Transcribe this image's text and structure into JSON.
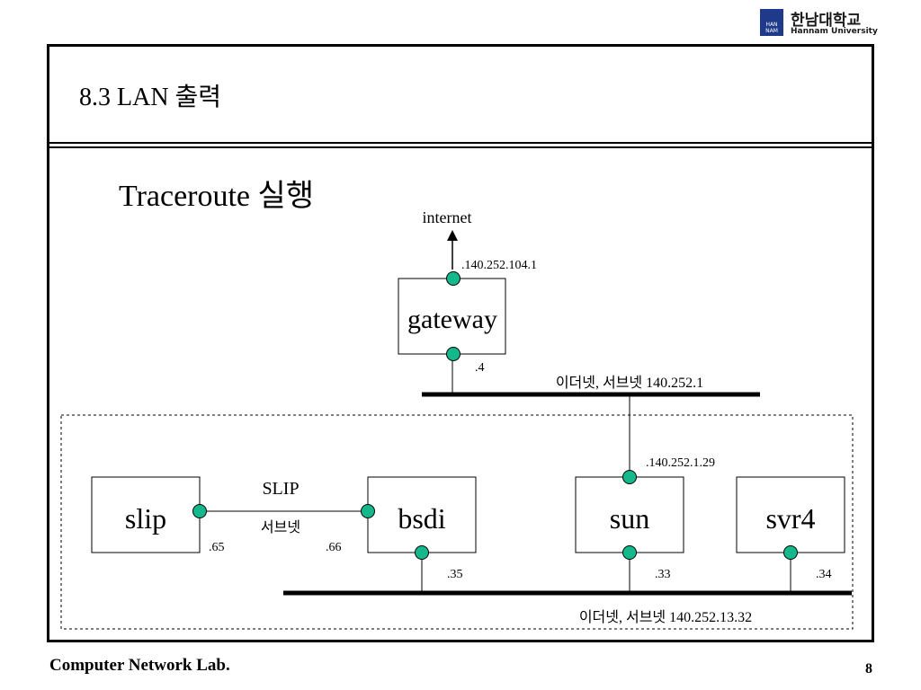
{
  "header": {
    "logo_text_ko": "한남대학교",
    "logo_text_en": "Hannam University",
    "logo_mark_text": "HAN NAM"
  },
  "slide": {
    "title": "8.3 LAN 출력",
    "subtitle": "Traceroute 실행"
  },
  "diagram": {
    "internet_label": "internet",
    "gateway": {
      "label": "gateway",
      "top_ip": ".140.252.104.1",
      "bottom_ip": ".4"
    },
    "ethernet_top_label": "이더넷, 서브넷 140.252.1",
    "slip_link_label": "SLIP",
    "slip_subnet_label": "서브넷",
    "ethernet_bottom_label": "이더넷, 서브넷 140.252.13.32",
    "hosts": {
      "slip": {
        "label": "slip",
        "ip": ".65"
      },
      "bsdi": {
        "label": "bsdi",
        "slip_ip": ".66",
        "eth_ip": ".35"
      },
      "sun": {
        "label": "sun",
        "top_ip": ".140.252.1.29",
        "eth_ip": ".33"
      },
      "svr4": {
        "label": "svr4",
        "eth_ip": ".34"
      }
    },
    "colors": {
      "interface": "#14b88a",
      "line": "#000000"
    }
  },
  "footer": {
    "left": "Computer Network Lab.",
    "page": "8"
  }
}
